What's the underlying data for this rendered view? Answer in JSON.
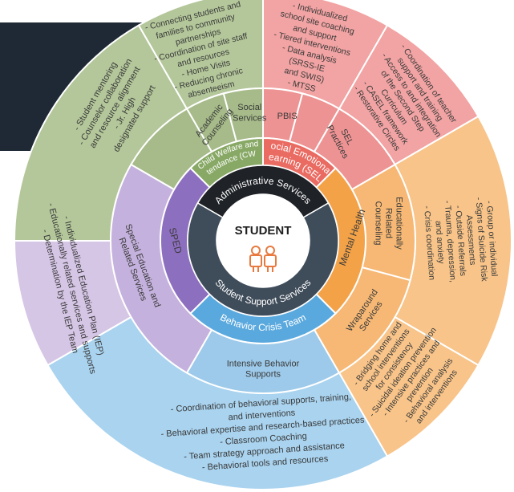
{
  "center": {
    "title": "STUDENT"
  },
  "inner_ring": {
    "administrative": "Administrative Services",
    "student_support": "Student Support Services"
  },
  "programs": {
    "cwa": [
      "Child Welfare and",
      "Attendance (CWA)"
    ],
    "sel": [
      "Social Emotional",
      "Learning (SEL)"
    ],
    "mental_health": "Mental Health",
    "behavior_crisis": "Behavior Crisis Team",
    "sped": "SPED"
  },
  "services": {
    "academic_counseling": [
      "Academic",
      "Counseling"
    ],
    "social_services": [
      "Social",
      "Services"
    ],
    "pbis": "PBIS",
    "sel_practices": [
      "SEL",
      "Practices"
    ],
    "educationally_related_counseling": [
      "Educationally",
      "Related",
      "Counseling"
    ],
    "wraparound_services": [
      "Wraparound",
      "Services"
    ],
    "intensive_behavior_supports": [
      "Intensive Behavior",
      "Supports"
    ],
    "special_education": [
      "Special Education and",
      "Related Services"
    ]
  },
  "details": {
    "academic_counseling": [
      "- Student mentoring",
      "- Counselor collaboration",
      "and resource alignment",
      "- Jr. High",
      "designated support"
    ],
    "social_services": [
      "- Connecting students and",
      "families to community",
      "partnerships",
      "- Coordination of site staff",
      "and resources",
      "- Home Visits",
      "- Reducing chronic",
      "absenteeism"
    ],
    "pbis": [
      "- Individualized",
      "school site coaching",
      "and support",
      "- Tiered interventions",
      "- Data analysis",
      "(SRSS-IE",
      "and SWIS)",
      "- MTSS"
    ],
    "sel_practices": [
      "- Coordination of teacher",
      "support and training",
      "- Access to and integration",
      "of the Second Step",
      "Curriculum",
      "- CASEL framework",
      "- Restorative Circles"
    ],
    "educationally_related_counseling": [
      "- Group or individual",
      "- Signs of Suicide Risk",
      "Assessments",
      "- Outside Referrals",
      "- Trauma, depression,",
      "and anxiety",
      "- Crisis coordination"
    ],
    "wraparound_services": [
      "- Bridging home and",
      "school interventions",
      "for consistency",
      "- Suicidal ideation prevention",
      "- Intensive practices and",
      "prevention",
      "- Behavioral analysis",
      "and interventions"
    ],
    "intensive_behavior_supports": [
      "- Coordination of behavioral supports, training,",
      "and interventions",
      "- Behavioral expertise and research-based practices",
      "- Classroom Coaching",
      "- Team strategy approach and assistance",
      "- Behavioral tools and resources"
    ],
    "special_education": [
      "- Individualized Education Plan (IEP)",
      "- Educationally related services and supports",
      "- Determination by the IEP Team"
    ]
  },
  "colors": {
    "green_light": "#b4c79a",
    "green_mid": "#a6bb89",
    "green_dark": "#88a966",
    "red_light": "#f2a3a3",
    "red_mid": "#ee9393",
    "red_dark": "#e96b62",
    "orange_light": "#f8c489",
    "orange_mid": "#f6b874",
    "orange_dark": "#f3a248",
    "blue_light": "#a9d3ef",
    "blue_mid": "#9dcaea",
    "blue_dark": "#5aa9de",
    "purple_light": "#d6c6e6",
    "purple_mid": "#c4b1dd",
    "purple_dark": "#8d6fbf",
    "inner_dark": "#1f2227",
    "inner_slate": "#3f4c5a",
    "icon_color": "#e8793f"
  }
}
